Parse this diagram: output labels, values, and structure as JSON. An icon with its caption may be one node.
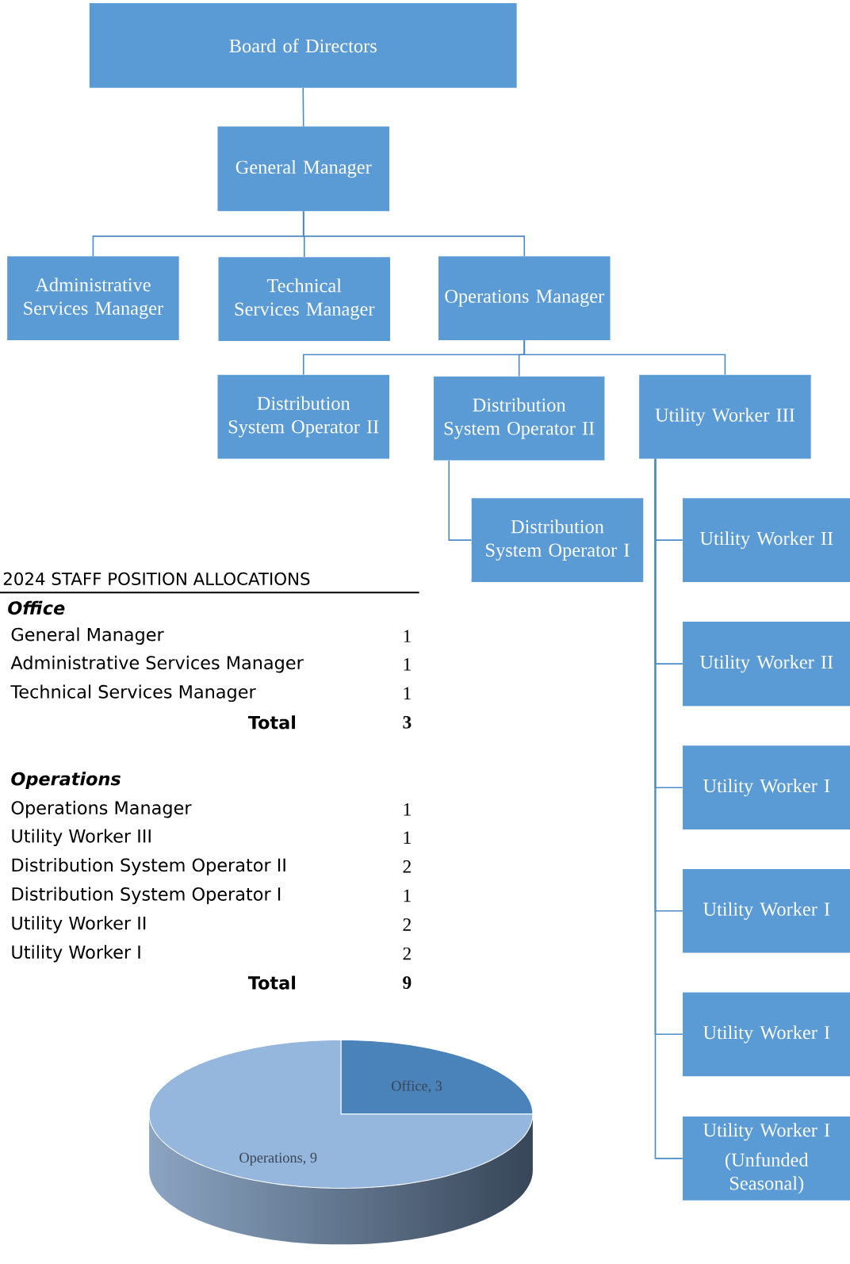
{
  "diagram": {
    "nodes": [
      {
        "text": [
          "Board of Directors"
        ]
      },
      {
        "text": [
          "General Manager"
        ]
      },
      {
        "text": [
          "Administrative Services Manager"
        ]
      },
      {
        "text": [
          "Technical Services Manager"
        ]
      },
      {
        "text": [
          "Operations Manager"
        ]
      },
      {
        "text": [
          "Distribution System Operator II"
        ]
      },
      {
        "text": [
          "Distribution System Operator II"
        ]
      },
      {
        "text": [
          "Utility Worker III"
        ]
      },
      {
        "text": [
          "Distribution System Operator I"
        ]
      },
      {
        "text": [
          "Utility Worker II"
        ]
      },
      {
        "text": [
          "Utility Worker II"
        ]
      },
      {
        "text": [
          "Utility Worker I"
        ]
      },
      {
        "text": [
          "Utility Worker I"
        ]
      },
      {
        "text": [
          "Utility Worker I"
        ]
      },
      {
        "text": [
          "Utility Worker I",
          "(Unfunded Seasonal)"
        ]
      }
    ],
    "edges": [
      {
        "from": 0,
        "to": 1,
        "arrow": "none"
      },
      {
        "from": 1,
        "to": 2,
        "arrow": "none"
      },
      {
        "from": 1,
        "to": 3,
        "arrow": "none"
      },
      {
        "from": 1,
        "to": 4,
        "arrow": "none"
      },
      {
        "from": 4,
        "to": 5,
        "arrow": "none"
      },
      {
        "from": 4,
        "to": 6,
        "arrow": "none"
      },
      {
        "from": 4,
        "to": 7,
        "arrow": "none"
      },
      {
        "from": 6,
        "to": 8,
        "arrow": "none"
      },
      {
        "from": 7,
        "to": 9,
        "arrow": "none"
      },
      {
        "from": 7,
        "to": 10,
        "arrow": "none"
      },
      {
        "from": 7,
        "to": 11,
        "arrow": "none"
      },
      {
        "from": 7,
        "to": 12,
        "arrow": "none"
      },
      {
        "from": 7,
        "to": 13,
        "arrow": "none"
      },
      {
        "from": 7,
        "to": 14,
        "arrow": "none"
      }
    ],
    "labels": [
      "2024 STAFF POSITION ALLOCATIONS",
      "Office",
      "General Manager",
      "1",
      "Administrative Services Manager",
      "1",
      "Technical Services Manager",
      "1",
      "Total",
      "3",
      "Operations",
      "Operations Manager",
      "1",
      "Utility Worker III",
      "1",
      "Distribution System Operator II",
      "2",
      "Distribution System Operator I",
      "1",
      "Utility Worker II",
      "2",
      "Utility Worker I",
      "2",
      "Total",
      "9"
    ],
    "chart_data": {
      "type": "pie",
      "values": [
        3,
        9
      ],
      "colors": [
        "#4a83b9",
        "#95b6dd"
      ],
      "value_labels": [
        "Office, 3",
        "Operations, 9"
      ]
    }
  }
}
